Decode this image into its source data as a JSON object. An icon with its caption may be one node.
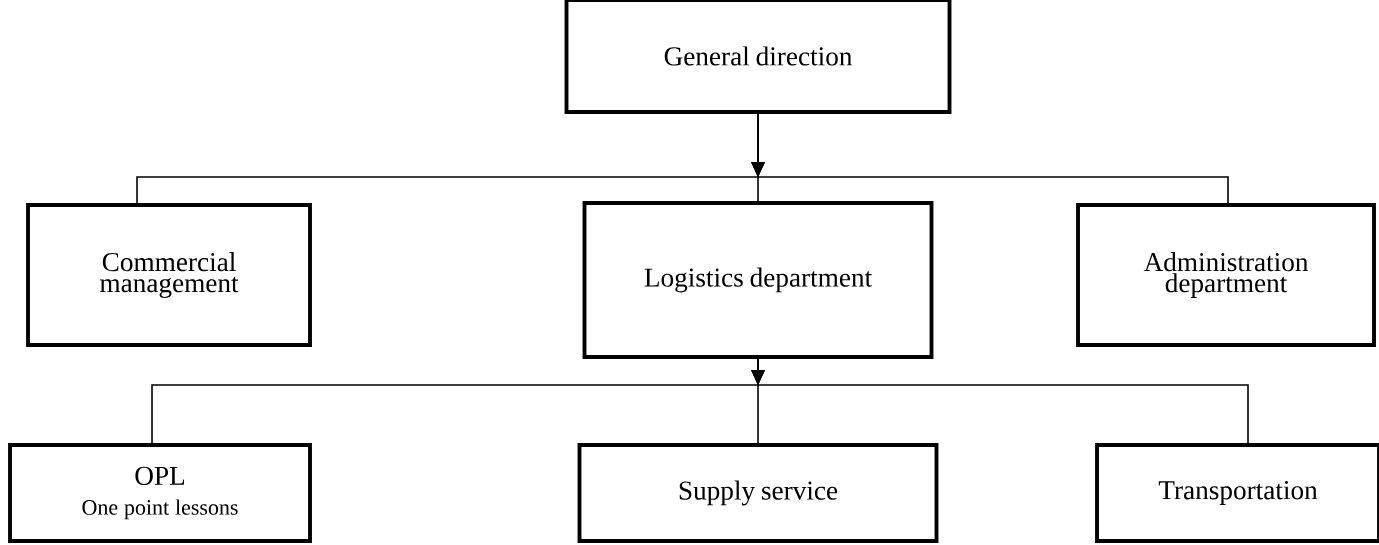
{
  "diagram": {
    "nodes": [
      {
        "text": [
          "General direction"
        ]
      },
      {
        "text": [
          "Commercial management"
        ]
      },
      {
        "text": [
          "Logistics department"
        ]
      },
      {
        "text": [
          "Administration department"
        ]
      },
      {
        "text": [
          "OPL",
          "One point lessons"
        ]
      },
      {
        "text": [
          "Supply service"
        ]
      },
      {
        "text": [
          "Transportation"
        ]
      }
    ],
    "edges": [
      {
        "from": 0,
        "to": 1,
        "arrow": "to"
      },
      {
        "from": 0,
        "to": 2,
        "arrow": "to"
      },
      {
        "from": 0,
        "to": 3,
        "arrow": "to"
      },
      {
        "from": 2,
        "to": 4,
        "arrow": "to"
      },
      {
        "from": 2,
        "to": 5,
        "arrow": "to"
      },
      {
        "from": 2,
        "to": 6,
        "arrow": "to"
      }
    ]
  }
}
